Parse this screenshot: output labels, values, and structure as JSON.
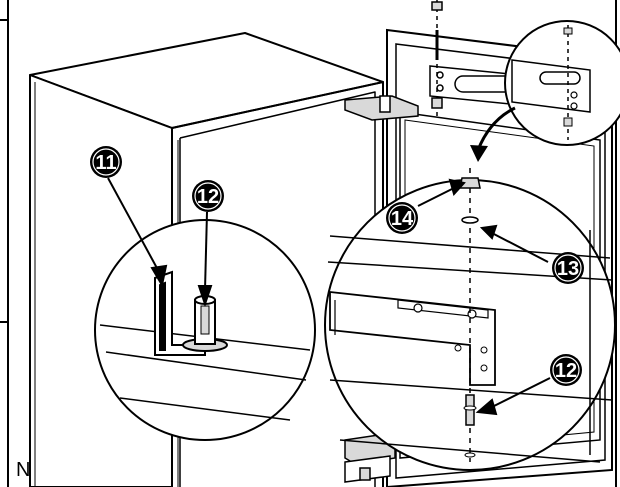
{
  "figure": {
    "corner_letter": "N",
    "callouts": {
      "c11": "11",
      "c12_left": "12",
      "c12_right": "12",
      "c13": "13",
      "c14": "14"
    }
  },
  "colors": {
    "ink": "#000000",
    "paper": "#ffffff",
    "shade": "#d9d9d9",
    "light_shade": "#efefef"
  }
}
